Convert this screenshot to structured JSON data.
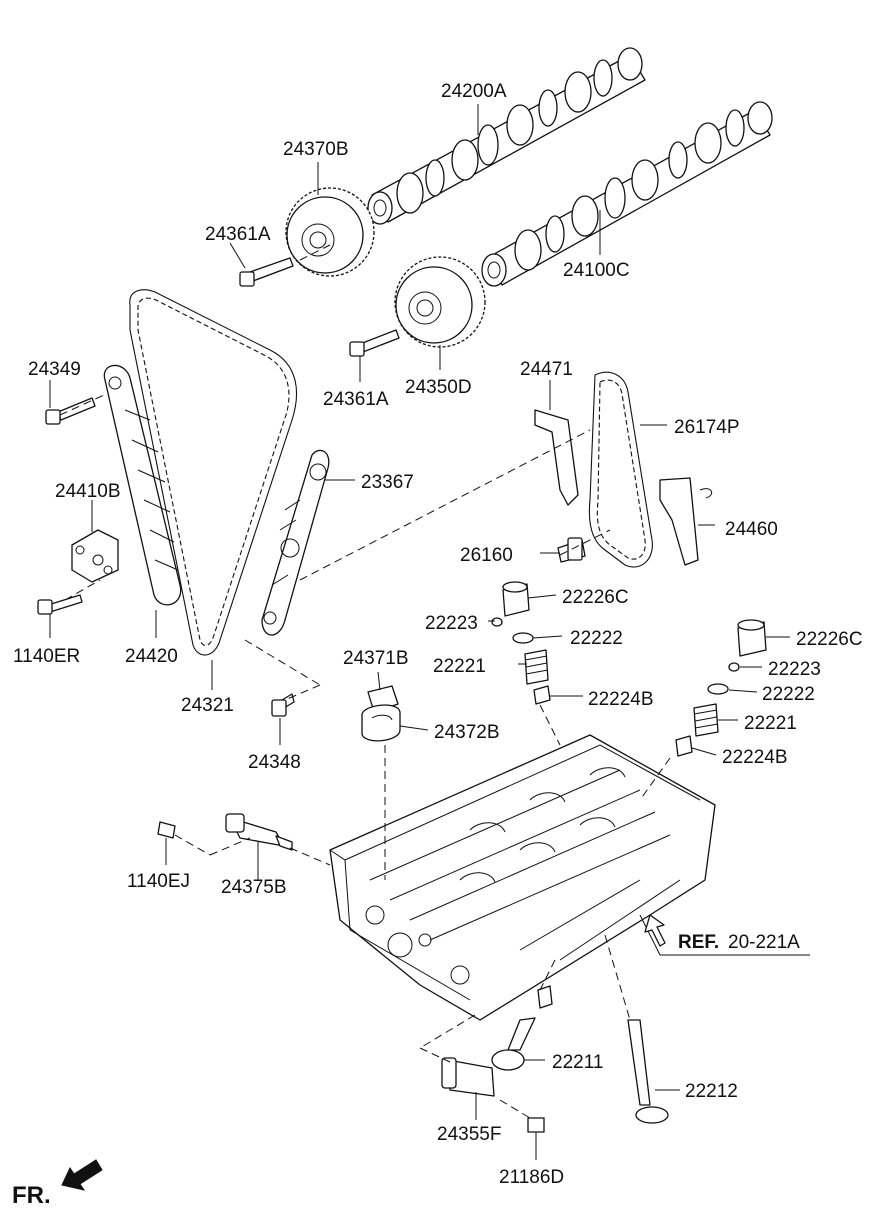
{
  "labels": {
    "cam_exhaust": "24200A",
    "cvvt_exhaust": "24370B",
    "bolt_exhaust": "24361A",
    "cam_intake": "24100C",
    "bolt_intake": "24361A",
    "cvvt_intake": "24350D",
    "bolt_left": "24349",
    "tensioner": "24410B",
    "bolt_tensioner": "1140ER",
    "tensioner_arm": "24420",
    "chain": "24321",
    "chain_guide": "23367",
    "bolt_guide": "24348",
    "guide_oil": "24471",
    "chain_oil": "26174P",
    "oil_tensioner": "24460",
    "bolt_oil": "26160",
    "tappet_a": "22226C",
    "cotter_a": "22223",
    "retainer_a": "22222",
    "spring_a": "22221",
    "seal_a": "22224B",
    "tappet_b": "22226C",
    "cotter_b": "22223",
    "retainer_b": "22222",
    "spring_b": "22221",
    "seal_b": "22224B",
    "cap_a": "24371B",
    "cap_b": "24372B",
    "bolt_ocv": "1140EJ",
    "ocv": "24375B",
    "valve_intake": "22211",
    "valve_exhaust": "22212",
    "ocv_lower": "24355F",
    "bolt_lower": "21186D",
    "ref_bold": "REF.",
    "ref_num": "20-221A",
    "front": "FR."
  }
}
